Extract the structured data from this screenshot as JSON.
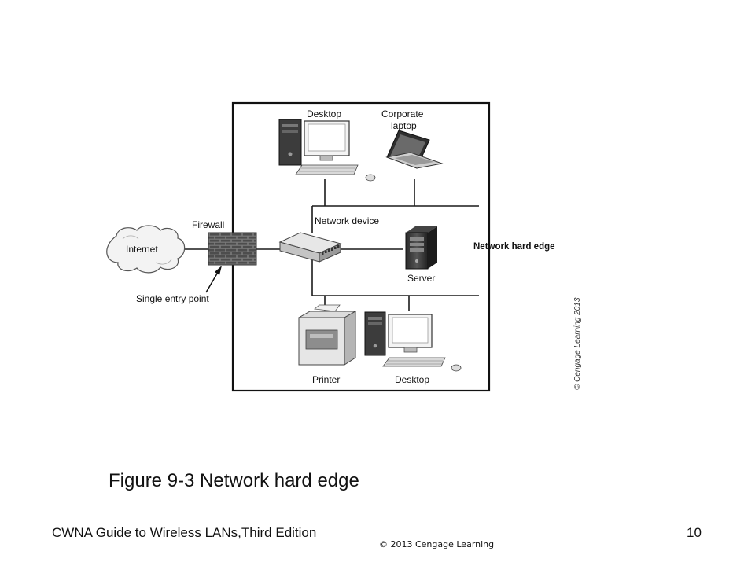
{
  "diagram": {
    "labels": {
      "desktop_top": "Desktop",
      "corporate": "Corporate",
      "laptop": "laptop",
      "firewall": "Firewall",
      "internet": "Internet",
      "network_device": "Network device",
      "server": "Server",
      "network_hard_edge": "Network hard edge",
      "single_entry_point": "Single entry point",
      "printer": "Printer",
      "desktop_bottom": "Desktop",
      "credit": "© Cengage Learning 2013"
    }
  },
  "caption": "Figure 9-3  Network hard edge",
  "footer": {
    "left": "CWNA Guide to Wireless LANs,Third Edition",
    "page_number": "10",
    "copyright": "© 2013  Cengage Learning"
  }
}
